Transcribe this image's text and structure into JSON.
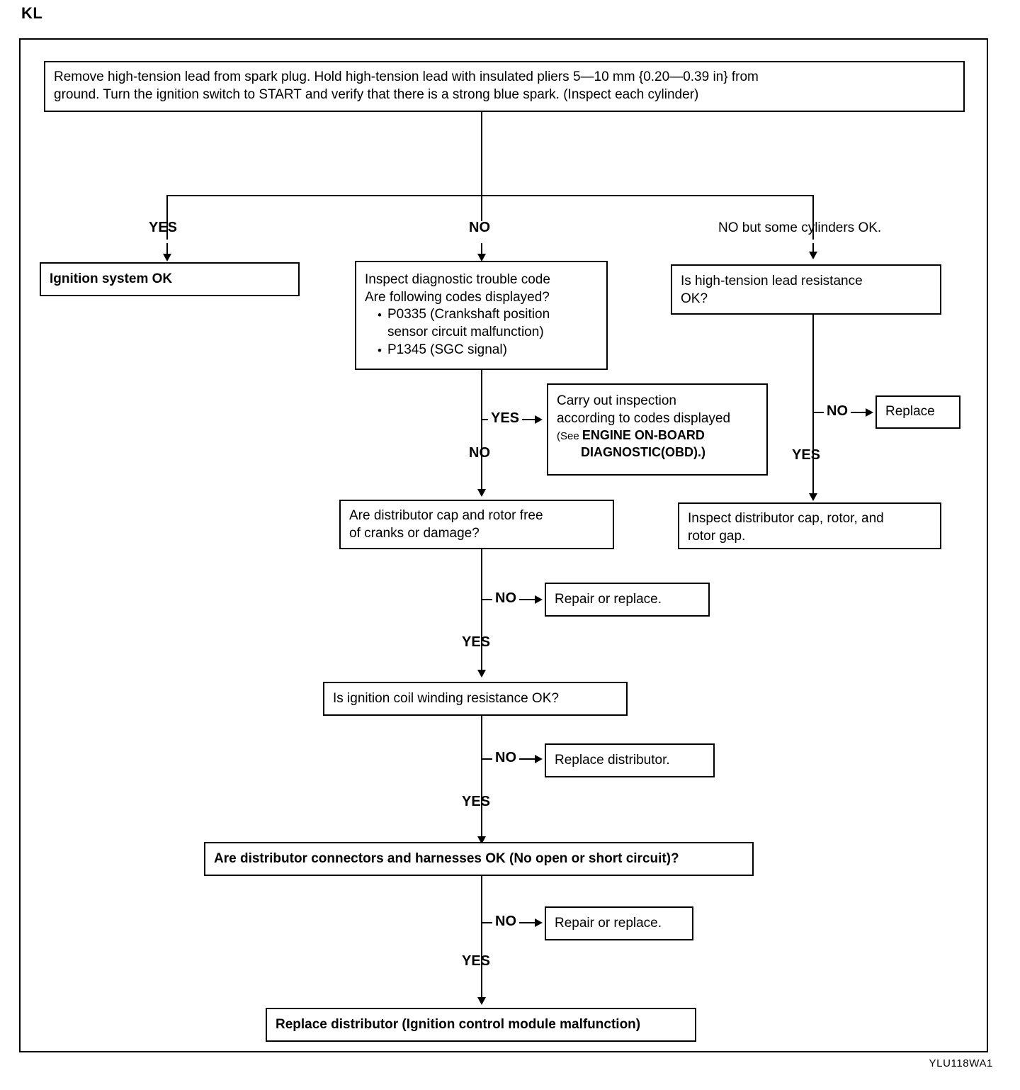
{
  "page": {
    "heading": "KL",
    "figure_id": "YLU118WA1"
  },
  "nodes": {
    "start": {
      "line1": "Remove high-tension lead from spark plug. Hold high-tension lead with insulated pliers 5—10 mm {0.20—0.39 in} from",
      "line2": "ground. Turn the ignition switch to START and verify that there is a strong blue spark. (Inspect each cylinder)"
    },
    "ignition_ok": "Ignition system OK",
    "dtc": {
      "line1": "Inspect diagnostic trouble code",
      "line2": "Are following codes displayed?",
      "bullet1a": "P0335 (Crankshaft position",
      "bullet1b": "sensor circuit malfunction)",
      "bullet2": "P1345 (SGC signal)",
      "bullet_glyph": "•"
    },
    "ht_lead_resistance": {
      "line1": "Is high-tension lead resistance",
      "line2": "OK?"
    },
    "carry_out": {
      "line1": "Carry out inspection",
      "line2": "according to codes displayed",
      "line3": "(See ENGINE ON-BOARD",
      "line4": "DIAGNOSTIC(OBD).)"
    },
    "replace": "Replace",
    "inspect_cap": {
      "line1": "Inspect distributor cap, rotor, and",
      "line2": "rotor gap."
    },
    "cap_rotor_free": {
      "line1": "Are distributor cap and rotor free",
      "line2": "of cranks or damage?"
    },
    "repair_or_replace_1": "Repair or replace.",
    "coil_winding": "Is ignition coil winding resistance OK?",
    "replace_distributor_1": "Replace distributor.",
    "connectors_harnesses": "Are distributor connectors and harnesses OK (No open or short circuit)?",
    "repair_or_replace_2": "Repair or replace.",
    "final": "Replace distributor (Ignition control module malfunction)"
  },
  "labels": {
    "yes_left": "YES",
    "no_center": "NO",
    "no_some_cylinders": "NO but some cylinders OK.",
    "dtc_yes": "YES",
    "dtc_no": "NO",
    "ht_no": "NO",
    "ht_yes": "YES",
    "cap_no": "NO",
    "cap_yes": "YES",
    "coil_no": "NO",
    "coil_yes": "YES",
    "harness_no": "NO",
    "harness_yes": "YES"
  },
  "colors": {
    "ink": "#000000",
    "paper": "#ffffff"
  }
}
